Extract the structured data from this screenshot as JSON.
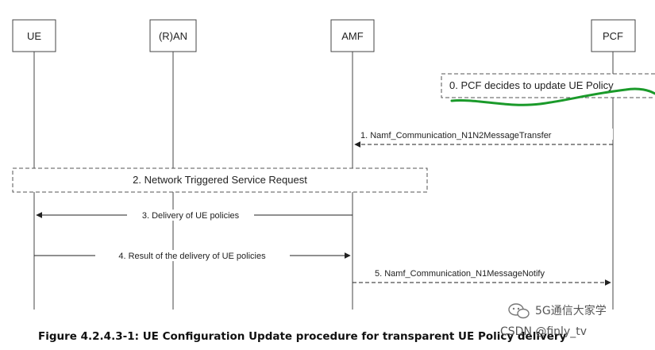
{
  "participants": [
    {
      "id": "ue",
      "label": "UE"
    },
    {
      "id": "ran",
      "label": "(R)AN"
    },
    {
      "id": "amf",
      "label": "AMF"
    },
    {
      "id": "pcf",
      "label": "PCF"
    }
  ],
  "steps": {
    "s0": "0. PCF decides to update UE Policy",
    "s1": "1. Namf_Communication_N1N2MessageTransfer",
    "s2": "2. Network Triggered Service Request",
    "s3": "3. Delivery of UE policies",
    "s4": "4. Result of the delivery of UE policies",
    "s5": "5. Namf_Communication_N1MessageNotify"
  },
  "caption": "Figure 4.2.4.3-1: UE Configuration Update procedure for transparent UE Policy delivery",
  "watermark": "5G通信大家学",
  "watermark_sub": "CSDN @finly_tv",
  "annotation": {
    "color": "#1a9a2a"
  }
}
